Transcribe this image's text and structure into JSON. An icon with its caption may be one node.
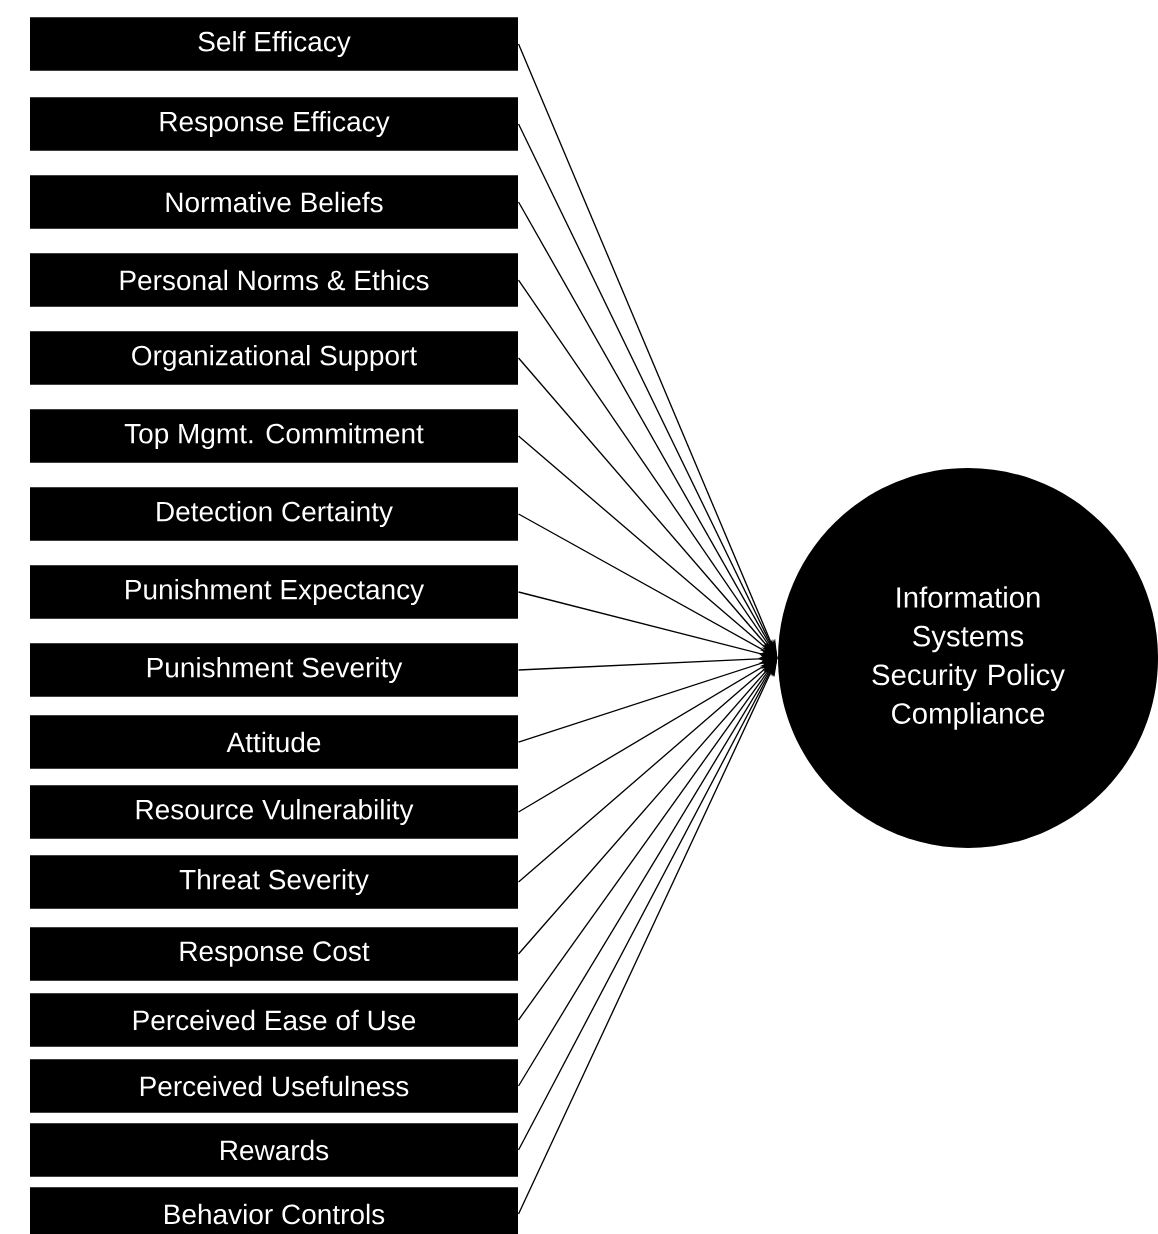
{
  "diagram": {
    "nodes": [
      {
        "text": [
          "Self Efficacy"
        ]
      },
      {
        "text": [
          "Response Efficacy"
        ]
      },
      {
        "text": [
          "Normative Beliefs"
        ]
      },
      {
        "text": [
          "Personal Norms & Ethics"
        ]
      },
      {
        "text": [
          "Organizational Support"
        ]
      },
      {
        "text": [
          "Top Mgmt. Commitment"
        ]
      },
      {
        "text": [
          "Detection Certainty"
        ]
      },
      {
        "text": [
          "Punishment Expectancy"
        ]
      },
      {
        "text": [
          "Punishment Severity"
        ]
      },
      {
        "text": [
          "Attitude"
        ]
      },
      {
        "text": [
          "Resource Vulnerability"
        ]
      },
      {
        "text": [
          "Threat Severity"
        ]
      },
      {
        "text": [
          "Response Cost"
        ]
      },
      {
        "text": [
          "Perceived Ease of Use"
        ]
      },
      {
        "text": [
          "Perceived Usefulness"
        ]
      },
      {
        "text": [
          "Rewards"
        ]
      },
      {
        "text": [
          "Behavior Controls"
        ]
      },
      {
        "text": [
          "Information Systems Security Policy Compliance"
        ]
      }
    ],
    "edges": [
      {
        "from": 0,
        "to": 17,
        "arrow": "to"
      },
      {
        "from": 1,
        "to": 17,
        "arrow": "to"
      },
      {
        "from": 2,
        "to": 17,
        "arrow": "to"
      },
      {
        "from": 3,
        "to": 17,
        "arrow": "to"
      },
      {
        "from": 4,
        "to": 17,
        "arrow": "to"
      },
      {
        "from": 5,
        "to": 17,
        "arrow": "to"
      },
      {
        "from": 6,
        "to": 17,
        "arrow": "to"
      },
      {
        "from": 7,
        "to": 17,
        "arrow": "to"
      },
      {
        "from": 8,
        "to": 17,
        "arrow": "to"
      },
      {
        "from": 9,
        "to": 17,
        "arrow": "to"
      },
      {
        "from": 10,
        "to": 17,
        "arrow": "to"
      },
      {
        "from": 11,
        "to": 17,
        "arrow": "to"
      },
      {
        "from": 12,
        "to": 17,
        "arrow": "to"
      },
      {
        "from": 13,
        "to": 17,
        "arrow": "to"
      },
      {
        "from": 14,
        "to": 17,
        "arrow": "to"
      },
      {
        "from": 15,
        "to": 17,
        "arrow": "to"
      },
      {
        "from": 16,
        "to": 17,
        "arrow": "to"
      }
    ]
  }
}
